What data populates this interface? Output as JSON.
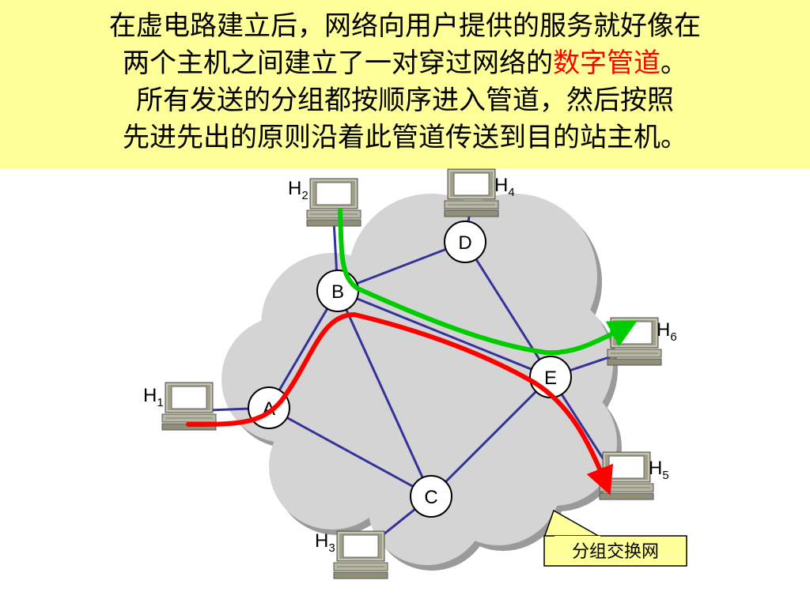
{
  "title": {
    "line1": "在虚电路建立后，网络向用户提供的服务就好像在",
    "line2_before": "两个主机之间建立了一对穿过网络的",
    "line2_highlight": "数字管道",
    "line2_after": "。",
    "line3": "所有发送的分组都按顺序进入管道，然后按照",
    "line4": "先进先出的原则沿着此管道传送到目的站主机。"
  },
  "colors": {
    "title_bg": "#ffff99",
    "highlight": "#ff0000",
    "cloud": "#d4d4d4",
    "link": "#333399",
    "green_path": "#00cc00",
    "red_path": "#ff0000",
    "callout_bg": "#ffff99"
  },
  "nodes": {
    "A": "A",
    "B": "B",
    "C": "C",
    "D": "D",
    "E": "E"
  },
  "hosts": {
    "H1": {
      "letter": "H",
      "sub": "1"
    },
    "H2": {
      "letter": "H",
      "sub": "2"
    },
    "H3": {
      "letter": "H",
      "sub": "3"
    },
    "H4": {
      "letter": "H",
      "sub": "4"
    },
    "H5": {
      "letter": "H",
      "sub": "5"
    },
    "H6": {
      "letter": "H",
      "sub": "6"
    }
  },
  "callout": {
    "label": "分组交换网"
  }
}
